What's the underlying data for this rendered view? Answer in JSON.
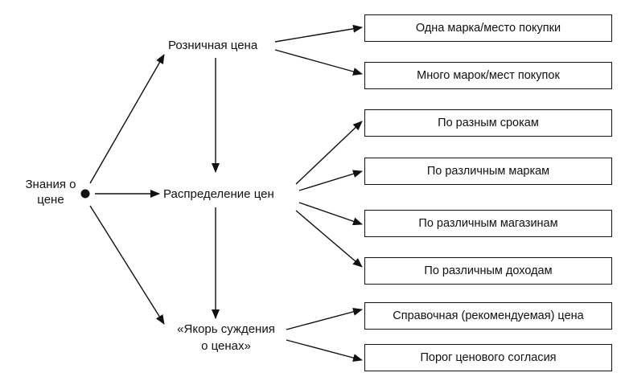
{
  "root": {
    "label_line1": "Знания о",
    "label_line2": "цене"
  },
  "branches": {
    "retail": {
      "label": "Розничная цена"
    },
    "distribution": {
      "label": "Распределение цен"
    },
    "anchor": {
      "label_line1": "«Якорь суждения",
      "label_line2": "о ценах»"
    }
  },
  "boxes": {
    "retail": [
      "Одна марка/место покупки",
      "Много марок/мест покупок"
    ],
    "distribution": [
      "По разным срокам",
      "По различным маркам",
      "По различным магазинам",
      "По различным доходам"
    ],
    "anchor": [
      "Справочная (рекомендуемая) цена",
      "Порог ценового согласия"
    ]
  }
}
